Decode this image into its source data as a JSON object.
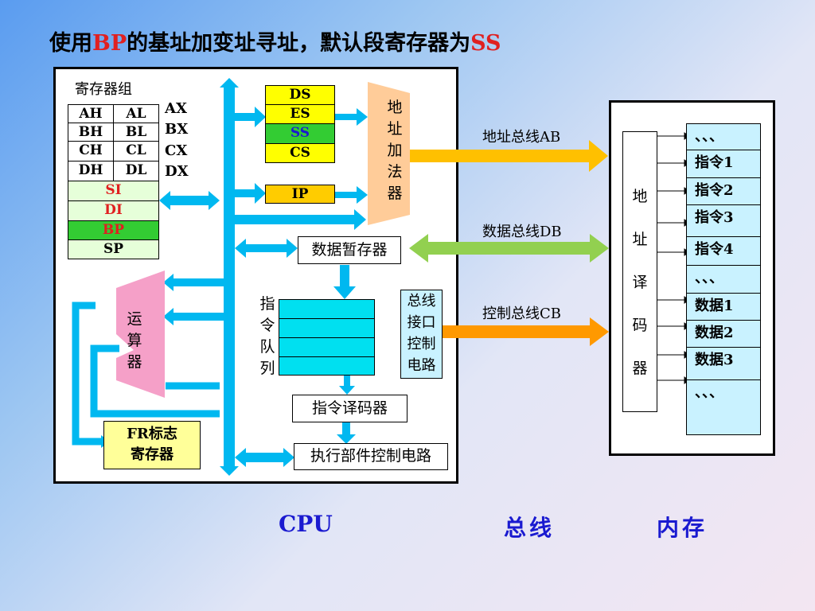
{
  "title": {
    "prefix": "使用",
    "bp": "BP",
    "middle": "的基址加变址寻址，默认段寄存器为",
    "ss": "SS"
  },
  "cpu": {
    "register_group_label": "寄存器组",
    "gp_registers": [
      {
        "high": "AH",
        "low": "AL",
        "name": "AX"
      },
      {
        "high": "BH",
        "low": "BL",
        "name": "BX"
      },
      {
        "high": "CH",
        "low": "CL",
        "name": "CX"
      },
      {
        "high": "DH",
        "low": "DL",
        "name": "DX"
      }
    ],
    "index_registers": [
      "SI",
      "DI",
      "BP",
      "SP"
    ],
    "segment_registers": [
      "DS",
      "ES",
      "SS",
      "CS"
    ],
    "ip_label": "IP",
    "address_adder": [
      "地",
      "址",
      "加",
      "法",
      "器"
    ],
    "data_temp_register": "数据暂存器",
    "instruction_queue_label": [
      "指",
      "令",
      "队",
      "列"
    ],
    "bus_interface_control": [
      "总线",
      "接口",
      "控制",
      "电路"
    ],
    "alu": [
      "运",
      "算",
      "器"
    ],
    "instruction_decoder": "指令译码器",
    "fr_register": [
      "FR标志",
      "寄存器"
    ],
    "exec_control_circuit": "执行部件控制电路"
  },
  "buses": {
    "address_bus": "地址总线AB",
    "data_bus": "数据总线DB",
    "control_bus": "控制总线CB"
  },
  "memory": {
    "address_decoder": [
      "地",
      "址",
      "译",
      "码",
      "器"
    ],
    "cells": [
      "、、、",
      "指令1",
      "指令2",
      "指令3",
      "指令4",
      "、、、",
      "数据1",
      "数据2",
      "数据3",
      "、、、"
    ]
  },
  "bottom_labels": {
    "cpu": "CPU",
    "bus": "总线",
    "memory": "内存"
  },
  "colors": {
    "bus_blue": "#00b8f0",
    "address_arrow": "#ffc000",
    "data_arrow": "#92d050",
    "control_arrow": "#ff9900",
    "segment_yellow": "#ffff00",
    "ss_green": "#33cc33",
    "bp_green": "#33cc33",
    "light_green": "#e6ffd9",
    "alu_pink": "#f5a0c8",
    "adder_peach": "#ffcc99",
    "fr_yellow": "#ffff99",
    "highlight_red": "#e02020"
  }
}
